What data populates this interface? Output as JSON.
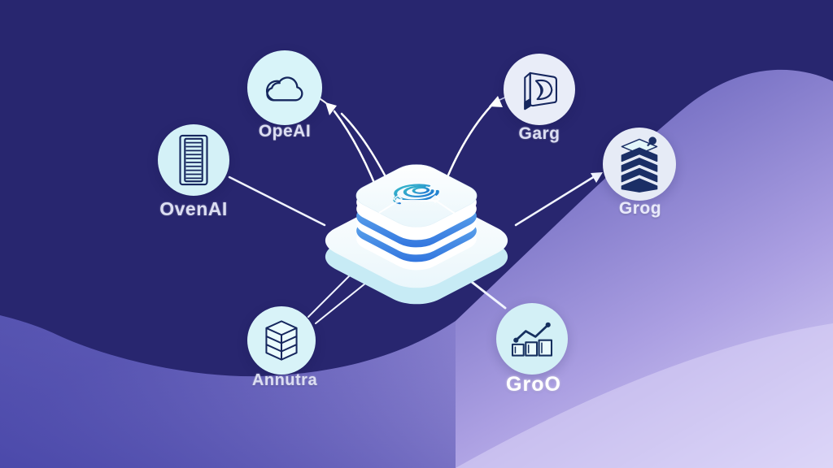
{
  "illustration": {
    "description_colors": {
      "background_dark_indigo": "#282670",
      "background_mid_purple": "#4c4aab",
      "background_lavender": "#d9d2f7",
      "node_circle_cyan": "#d7f2f8",
      "icon_stroke_navy": "#16275e",
      "hub_stripe_blue": "#3c82e4",
      "hub_surface_white": "#ffffff",
      "connector_white": "#f1f4ff"
    }
  },
  "hub": {
    "id": "central-model-stack",
    "stripes": 2
  },
  "nodes": [
    {
      "id": "openai-cloud",
      "label": "OpeAI",
      "icon": "cloud-icon"
    },
    {
      "id": "ovenai-server",
      "label": "OvenAI",
      "icon": "server-rack-icon"
    },
    {
      "id": "garg-speaker",
      "label": "Garg",
      "icon": "speaker-icon"
    },
    {
      "id": "grog-stack",
      "label": "Grog",
      "icon": "layered-stack-icon"
    },
    {
      "id": "annutra-database",
      "label": "Annutra",
      "icon": "database-stack-icon"
    },
    {
      "id": "groo-chart",
      "label": "GroO",
      "icon": "bar-chart-icon"
    }
  ]
}
